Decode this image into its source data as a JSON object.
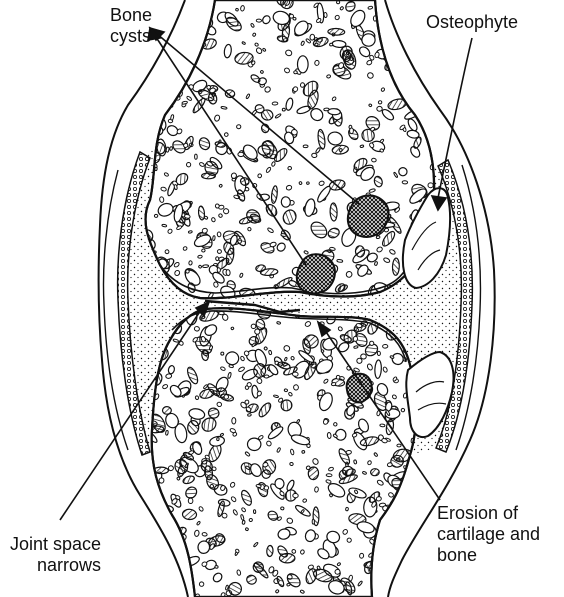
{
  "labels": {
    "bone_cysts": "Bone\ncysts",
    "osteophyte": "Osteophyte",
    "joint_space": "Joint space\nnarrows",
    "erosion": "Erosion of\ncartilage and\nbone"
  },
  "colors": {
    "ink": "#111111",
    "paper": "#ffffff"
  }
}
